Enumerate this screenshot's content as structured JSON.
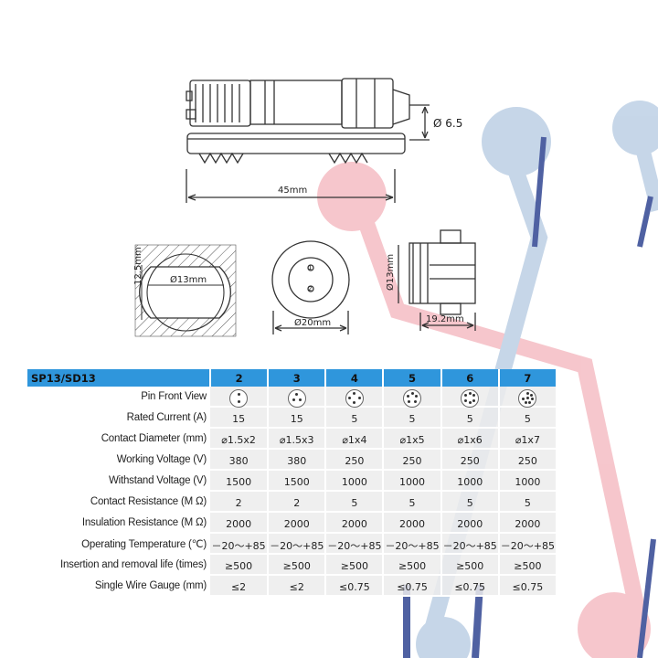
{
  "drawing": {
    "dim_length": "45mm",
    "dim_diameter_cable": "Ø 6.5",
    "dim_cutout_diameter": "Ø13mm",
    "dim_cutout_flat": "12.5mm",
    "dim_face_diameter": "Ø20mm",
    "dim_socket_diameter": "Ø13mm",
    "dim_socket_length": "19.2mm",
    "face_pins": [
      "1",
      "2"
    ]
  },
  "spec_table": {
    "header_label": "SP13/SD13",
    "columns": [
      "2",
      "3",
      "4",
      "5",
      "6",
      "7"
    ],
    "pin_counts": [
      2,
      3,
      4,
      5,
      6,
      7
    ],
    "rows": [
      {
        "label": "Pin Front View",
        "values": [
          "",
          "",
          "",
          "",
          "",
          ""
        ]
      },
      {
        "label": "Rated Current (A)",
        "values": [
          "15",
          "15",
          "5",
          "5",
          "5",
          "5"
        ]
      },
      {
        "label": "Contact Diameter (mm)",
        "values": [
          "⌀1.5x2",
          "⌀1.5x3",
          "⌀1x4",
          "⌀1x5",
          "⌀1x6",
          "⌀1x7"
        ]
      },
      {
        "label": "Working Voltage (V)",
        "values": [
          "380",
          "380",
          "250",
          "250",
          "250",
          "250"
        ]
      },
      {
        "label": "Withstand Voltage (V)",
        "values": [
          "1500",
          "1500",
          "1000",
          "1000",
          "1000",
          "1000"
        ]
      },
      {
        "label": "Contact Resistance (M Ω)",
        "values": [
          "2",
          "2",
          "5",
          "5",
          "5",
          "5"
        ]
      },
      {
        "label": "Insulation Resistance (M Ω)",
        "values": [
          "2000",
          "2000",
          "2000",
          "2000",
          "2000",
          "2000"
        ]
      },
      {
        "label": "Operating Temperature (℃)",
        "values": [
          "－20～+85",
          "－20～+85",
          "－20～+85",
          "－20～+85",
          "－20～+85",
          "－20～+85"
        ]
      },
      {
        "label": "Insertion and removal life (times)",
        "values": [
          "≥500",
          "≥500",
          "≥500",
          "≥500",
          "≥500",
          "≥500"
        ]
      },
      {
        "label": "Single Wire Gauge (mm)",
        "values": [
          "≤2",
          "≤2",
          "≤0.75",
          "≤0.75",
          "≤0.75",
          "≤0.75"
        ]
      }
    ]
  },
  "colors": {
    "header_blue": "#2f96dc",
    "watermark_red": "#f4b9c0",
    "watermark_blue": "#b9cde3",
    "watermark_navy": "#243a8c",
    "line": "#333333"
  }
}
